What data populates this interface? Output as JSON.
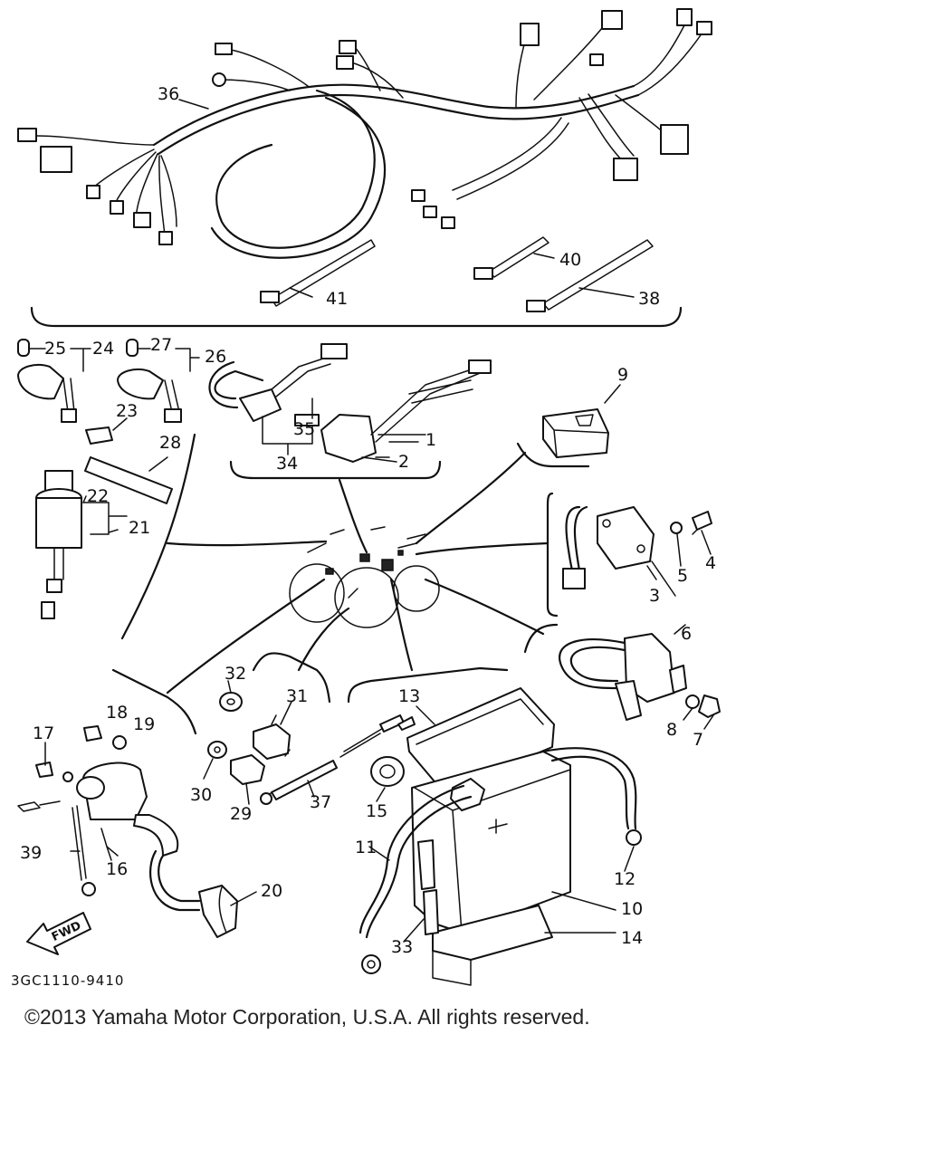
{
  "diagram": {
    "diagram_code": "3GC1110-9410",
    "direction_label": "FWD",
    "copyright": "©2013 Yamaha Motor Corporation, U.S.A. All rights reserved.",
    "callouts": [
      "1",
      "2",
      "3",
      "4",
      "5",
      "6",
      "7",
      "8",
      "9",
      "10",
      "11",
      "12",
      "13",
      "14",
      "15",
      "16",
      "17",
      "18",
      "19",
      "20",
      "21",
      "22",
      "23",
      "24",
      "25",
      "26",
      "27",
      "28",
      "29",
      "30",
      "31",
      "32",
      "33",
      "34",
      "35",
      "36",
      "37",
      "38",
      "39",
      "40",
      "41"
    ]
  }
}
